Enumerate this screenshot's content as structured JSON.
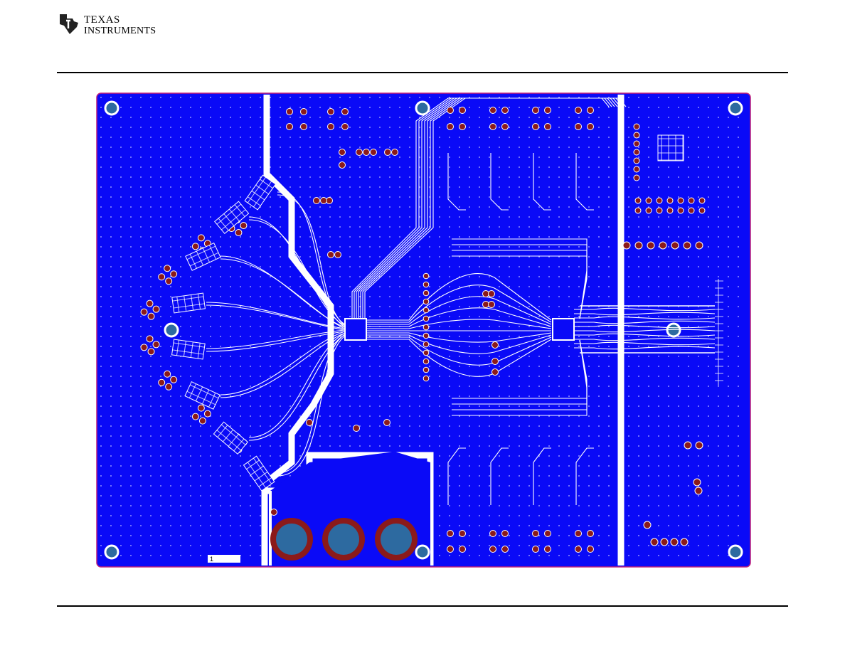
{
  "header": {
    "logo_line1": "TEXAS",
    "logo_line2": "INSTRUMENTS",
    "logo_icon": "texas-state-icon"
  },
  "figure": {
    "description_hidden": false,
    "colors": {
      "copper": "#0a0af7",
      "pad": "#8b1a1a",
      "via": "#d8d8d8",
      "outline": "#c0207a",
      "hole": "#2d6aa0"
    },
    "silk_id": "1"
  }
}
